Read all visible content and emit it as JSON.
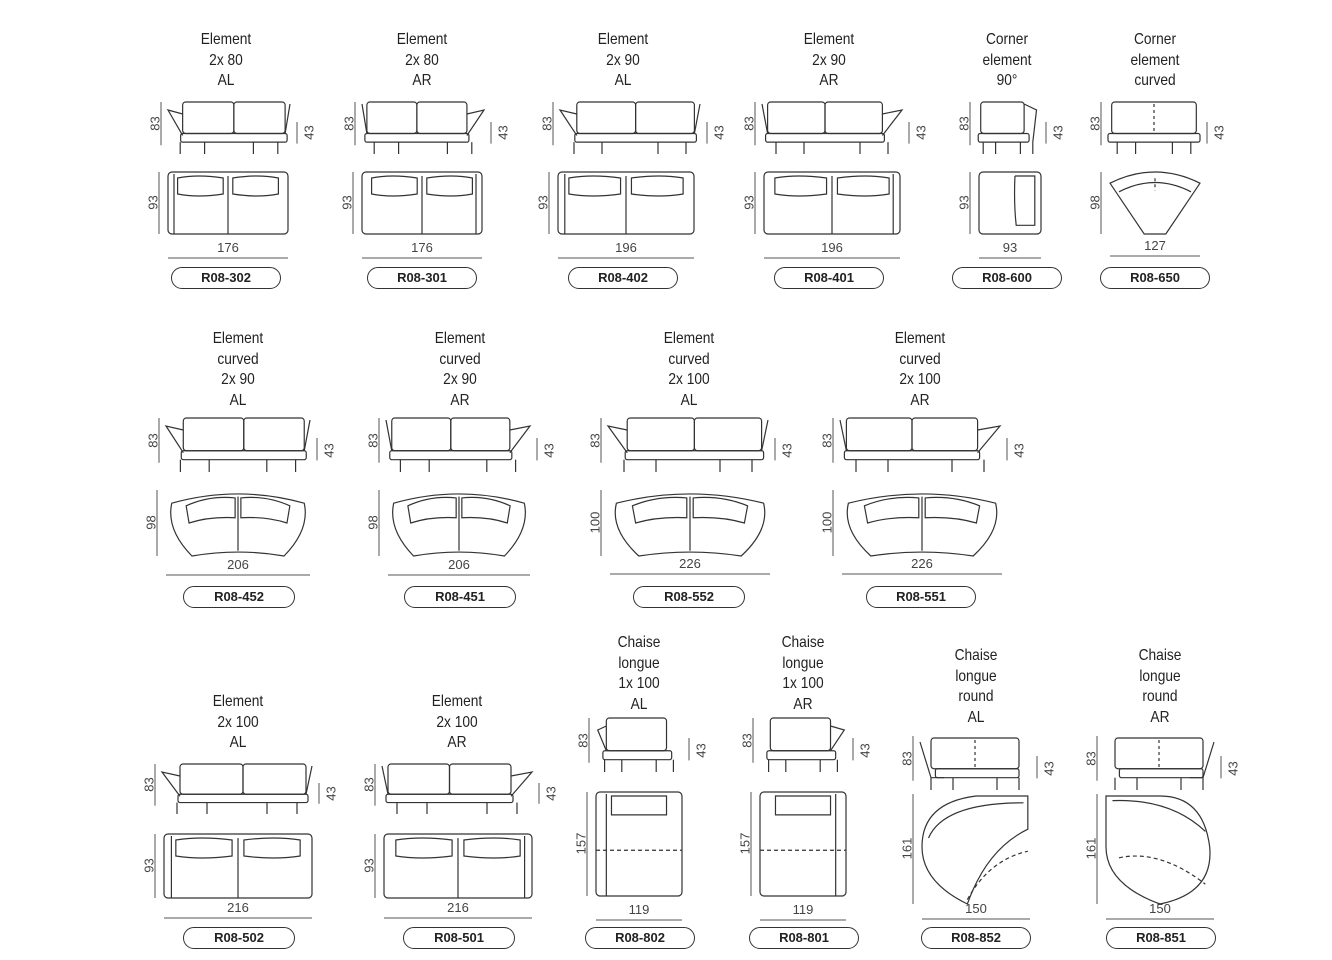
{
  "items": [
    {
      "title": [
        "Element",
        "2x 80",
        "AL"
      ],
      "code": "R08-302",
      "height": "83",
      "seat_height": "43",
      "depth": "93",
      "width": "176",
      "front": "sofa-arm-left",
      "plan": "straight",
      "arm": "left"
    },
    {
      "title": [
        "Element",
        "2x 80",
        "AR"
      ],
      "code": "R08-301",
      "height": "83",
      "seat_height": "43",
      "depth": "93",
      "width": "176",
      "front": "sofa-arm-right",
      "plan": "straight",
      "arm": "right"
    },
    {
      "title": [
        "Element",
        "2x 90",
        "AL"
      ],
      "code": "R08-402",
      "height": "83",
      "seat_height": "43",
      "depth": "93",
      "width": "196",
      "front": "sofa-arm-left",
      "plan": "straight",
      "arm": "left"
    },
    {
      "title": [
        "Element",
        "2x 90",
        "AR"
      ],
      "code": "R08-401",
      "height": "83",
      "seat_height": "43",
      "depth": "93",
      "width": "196",
      "front": "sofa-arm-right",
      "plan": "straight",
      "arm": "right"
    },
    {
      "title": [
        "Corner",
        "element",
        "90°"
      ],
      "code": "R08-600",
      "height": "83",
      "seat_height": "43",
      "depth": "93",
      "width": "93",
      "front": "corner",
      "plan": "corner",
      "arm": "none"
    },
    {
      "title": [
        "Corner",
        "element",
        "curved"
      ],
      "code": "R08-650",
      "height": "83",
      "seat_height": "43",
      "depth": "98",
      "width": "127",
      "front": "corner-curved",
      "plan": "corner-curved",
      "arm": "none"
    },
    {
      "title": [
        "Element",
        "curved",
        "2x 90",
        "AL"
      ],
      "code": "R08-452",
      "height": "83",
      "seat_height": "43",
      "depth": "98",
      "width": "206",
      "front": "sofa-arm-left",
      "plan": "curved",
      "arm": "left"
    },
    {
      "title": [
        "Element",
        "curved",
        "2x 90",
        "AR"
      ],
      "code": "R08-451",
      "height": "83",
      "seat_height": "43",
      "depth": "98",
      "width": "206",
      "front": "sofa-arm-right",
      "plan": "curved",
      "arm": "right"
    },
    {
      "title": [
        "Element",
        "curved",
        "2x 100",
        "AL"
      ],
      "code": "R08-552",
      "height": "83",
      "seat_height": "43",
      "depth": "100",
      "width": "226",
      "front": "sofa-arm-left",
      "plan": "curved",
      "arm": "left"
    },
    {
      "title": [
        "Element",
        "curved",
        "2x 100",
        "AR"
      ],
      "code": "R08-551",
      "height": "83",
      "seat_height": "43",
      "depth": "100",
      "width": "226",
      "front": "sofa-arm-right",
      "plan": "curved",
      "arm": "right"
    },
    {
      "title": [
        "Element",
        "2x 100",
        "AL"
      ],
      "code": "R08-502",
      "height": "83",
      "seat_height": "43",
      "depth": "93",
      "width": "216",
      "front": "sofa-arm-left",
      "plan": "straight",
      "arm": "left"
    },
    {
      "title": [
        "Element",
        "2x 100",
        "AR"
      ],
      "code": "R08-501",
      "height": "83",
      "seat_height": "43",
      "depth": "93",
      "width": "216",
      "front": "sofa-arm-right",
      "plan": "straight",
      "arm": "right"
    },
    {
      "title": [
        "Chaise",
        "longue",
        "1x 100",
        "AL"
      ],
      "code": "R08-802",
      "height": "83",
      "seat_height": "43",
      "depth": "157",
      "width": "119",
      "front": "chaise-left",
      "plan": "chaise",
      "arm": "left"
    },
    {
      "title": [
        "Chaise",
        "longue",
        "1x 100",
        "AR"
      ],
      "code": "R08-801",
      "height": "83",
      "seat_height": "43",
      "depth": "157",
      "width": "119",
      "front": "chaise-right",
      "plan": "chaise",
      "arm": "right"
    },
    {
      "title": [
        "Chaise",
        "longue",
        "round",
        "AL"
      ],
      "code": "R08-852",
      "height": "83",
      "seat_height": "43",
      "depth": "161",
      "width": "150",
      "front": "round-left",
      "plan": "round",
      "arm": "left"
    },
    {
      "title": [
        "Chaise",
        "longue",
        "round",
        "AR"
      ],
      "code": "R08-851",
      "height": "83",
      "seat_height": "43",
      "depth": "161",
      "width": "150",
      "front": "round-right",
      "plan": "round",
      "arm": "right"
    }
  ]
}
